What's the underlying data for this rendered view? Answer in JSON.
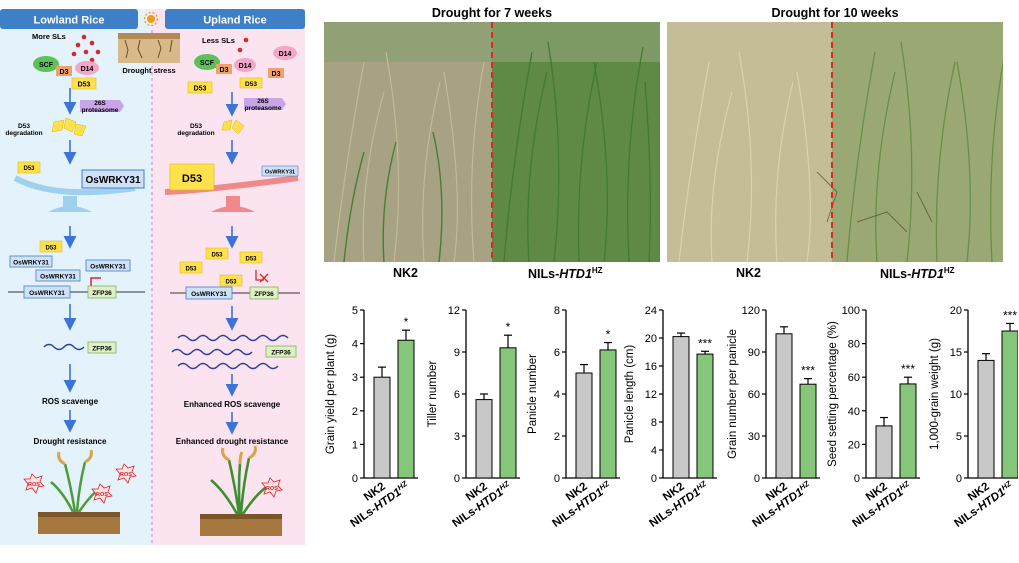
{
  "diagram": {
    "left_title": "Lowland Rice",
    "right_title": "Upland Rice",
    "drought_label": "Drought stress",
    "left": {
      "sls": "More SLs",
      "scf": "SCF",
      "d3": "D3",
      "d14": "D14",
      "d53": "D53",
      "proteasome_line1": "26S",
      "proteasome_line2": "proteasome",
      "degradation_line1": "D53",
      "degradation_line2": "degradation",
      "scale_small": "D53",
      "scale_big": "OsWRKY31",
      "bind_d53": "D53",
      "bind_w1": "OsWRKY31",
      "bind_w2": "OsWRKY31",
      "bind_w3": "OsWRKY31",
      "promoter_w": "OsWRKY31",
      "zfp": "ZFP36",
      "zfp_mrna": "ZFP36",
      "step1": "ROS scavenge",
      "step2": "Drought resistance",
      "ros": "ROS"
    },
    "right": {
      "sls": "Less SLs",
      "scf": "SCF",
      "d3": "D3",
      "d14": "D14",
      "d14b": "D14",
      "d53": "D53",
      "proteasome_line1": "26S",
      "proteasome_line2": "proteasome",
      "degradation_line1": "D53",
      "degradation_line2": "degradation",
      "scale_big": "D53",
      "scale_small": "OsWRKY31",
      "bind_d53a": "D53",
      "bind_d53b": "D53",
      "bind_d53c": "D53",
      "bind_d53d": "D53",
      "promoter_w": "OsWRKY31",
      "zfp": "ZFP36",
      "zfp_mrna": "ZFP36",
      "step1": "Enhanced ROS scavenge",
      "step2": "Enhanced drought resistance",
      "ros": "ROS"
    }
  },
  "photos": [
    {
      "title": "Drought for 7 weeks",
      "left_label": "NK2",
      "right_label": "NILs-",
      "right_label_italic": "HTD1",
      "right_label_sup": "HZ"
    },
    {
      "title": "Drought for 10 weeks",
      "left_label": "NK2",
      "right_label": "NILs-",
      "right_label_italic": "HTD1",
      "right_label_sup": "HZ"
    }
  ],
  "colors": {
    "nk2_bar": "#c8c8c8",
    "nil_bar": "#86c67a",
    "lowland_bg": "#e3f2fb",
    "upland_bg": "#fbe4ef",
    "header_blue": "#3e80c8",
    "arrow_blue": "#3b73d9",
    "divider_red": "#e0281e"
  },
  "chart_data": [
    {
      "type": "bar",
      "categories": [
        "NK2",
        "NILs-HTD1HZ"
      ],
      "values": [
        3.0,
        4.1
      ],
      "errors": [
        0.3,
        0.3
      ],
      "ylabel": "Grain yield per plant (g)",
      "ylim": [
        0,
        5
      ],
      "yticks": [
        0,
        1,
        2,
        3,
        4,
        5
      ],
      "significance": "*"
    },
    {
      "type": "bar",
      "categories": [
        "NK2",
        "NILs-HTD1HZ"
      ],
      "values": [
        5.6,
        9.3
      ],
      "errors": [
        0.4,
        0.9
      ],
      "ylabel": "Tiller number",
      "ylim": [
        0,
        12
      ],
      "yticks": [
        0,
        3,
        6,
        9,
        12
      ],
      "significance": "*"
    },
    {
      "type": "bar",
      "categories": [
        "NK2",
        "NILs-HTD1HZ"
      ],
      "values": [
        5.0,
        6.1
      ],
      "errors": [
        0.4,
        0.35
      ],
      "ylabel": "Panicle number",
      "ylim": [
        0,
        8
      ],
      "yticks": [
        0,
        2,
        4,
        6,
        8
      ],
      "significance": "*"
    },
    {
      "type": "bar",
      "categories": [
        "NK2",
        "NILs-HTD1HZ"
      ],
      "values": [
        20.2,
        17.7
      ],
      "errors": [
        0.5,
        0.4
      ],
      "ylabel": "Panicle length (cm)",
      "ylim": [
        0,
        24
      ],
      "yticks": [
        0,
        4,
        8,
        12,
        16,
        20,
        24
      ],
      "significance": "***"
    },
    {
      "type": "bar",
      "categories": [
        "NK2",
        "NILs-HTD1HZ"
      ],
      "values": [
        103,
        67
      ],
      "errors": [
        5,
        4
      ],
      "ylabel": "Grain number per panicle",
      "ylim": [
        0,
        120
      ],
      "yticks": [
        0,
        30,
        60,
        90,
        120
      ],
      "significance": "***"
    },
    {
      "type": "bar",
      "categories": [
        "NK2",
        "NILs-HTD1HZ"
      ],
      "values": [
        31,
        56
      ],
      "errors": [
        5,
        4
      ],
      "ylabel": "Seed setting percentage (%)",
      "ylim": [
        0,
        100
      ],
      "yticks": [
        0,
        20,
        40,
        60,
        80,
        100
      ],
      "significance": "***"
    },
    {
      "type": "bar",
      "categories": [
        "NK2",
        "NILs-HTD1HZ"
      ],
      "values": [
        14.0,
        17.5
      ],
      "errors": [
        0.8,
        0.9
      ],
      "ylabel": "1,000-grain weight (g)",
      "ylim": [
        0,
        20
      ],
      "yticks": [
        0,
        5,
        10,
        15,
        20
      ],
      "significance": "***"
    }
  ]
}
